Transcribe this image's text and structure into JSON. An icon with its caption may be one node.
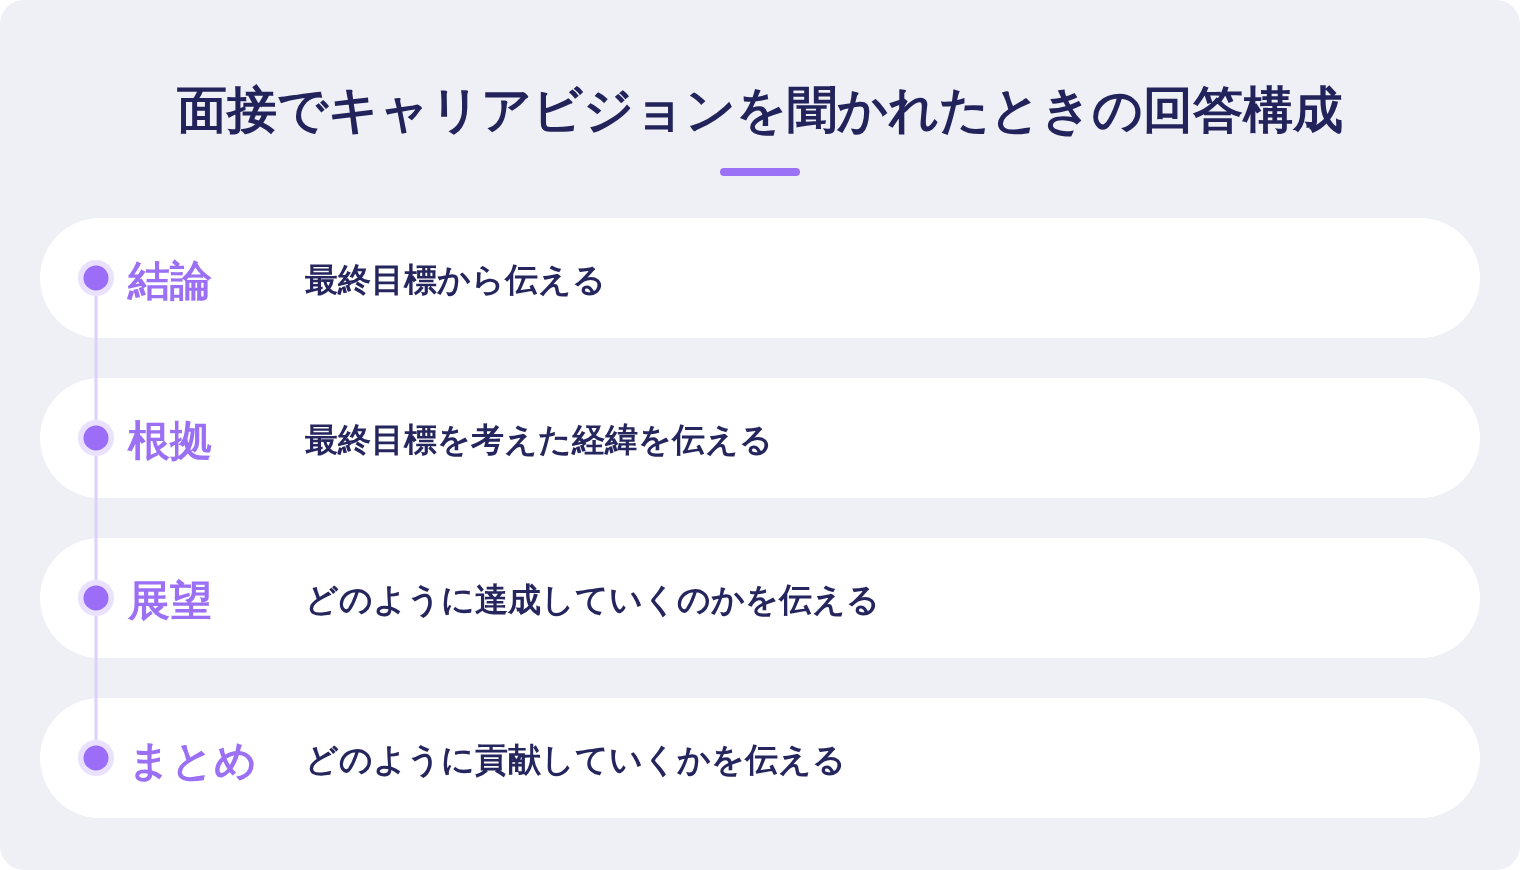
{
  "diagram": {
    "title": "面接でキャリアビジョンを聞かれたときの回答構成",
    "nodes": [
      {
        "text": [
          "結論",
          "最終目標から伝える"
        ]
      },
      {
        "text": [],
        "shape": "circle",
        "in": 0
      },
      {
        "text": [
          "根拠",
          "最終目標を考えた経緯を伝える"
        ]
      },
      {
        "text": [],
        "shape": "circle",
        "in": 2
      },
      {
        "text": [
          "展望",
          "どのように達成していくのかを伝える"
        ]
      },
      {
        "text": [],
        "shape": "circle",
        "in": 4
      },
      {
        "text": [
          "まとめ",
          "どのように貢献していくかを伝える"
        ]
      },
      {
        "text": [],
        "shape": "circle",
        "in": 6
      }
    ],
    "edges": [
      {
        "from": 1,
        "to": 3,
        "arrow": "none"
      },
      {
        "from": 3,
        "to": 5,
        "arrow": "none"
      },
      {
        "from": 5,
        "to": 7,
        "arrow": "none"
      }
    ]
  }
}
